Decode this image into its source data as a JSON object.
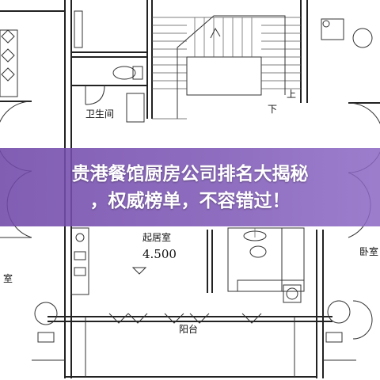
{
  "plan": {
    "rooms": {
      "bathroom": "卫生间",
      "living_room": "起居室",
      "level": "4.500",
      "balcony": "阳台",
      "bedroom_right": "卧室",
      "bedroom_left": "室"
    },
    "stairs": {
      "down": "下",
      "up": "上"
    }
  },
  "banner": {
    "line1": "贵港餐馆厨房公司排名大揭秘",
    "line2": "，权威榜单，不容错过！",
    "background_color": "#7a4fb0",
    "text_color": "#ffffff"
  }
}
